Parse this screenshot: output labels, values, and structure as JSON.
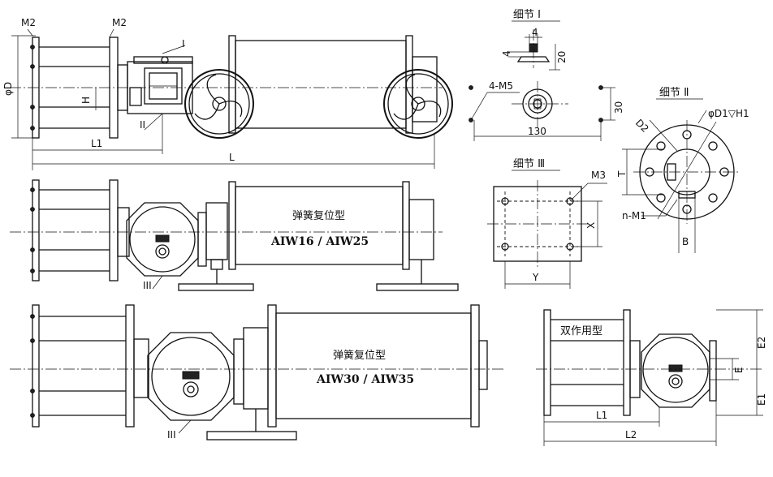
{
  "labels": {
    "m2_left": "M2",
    "m2_right": "M2",
    "phi_d": "φD",
    "h": "H",
    "l1_top": "L1",
    "l_top": "L",
    "roman_1": "I",
    "roman_2": "II",
    "roman_3_mid": "III",
    "roman_3_bottom": "III",
    "detail_1_title": "细节 Ⅰ",
    "detail_1_dim4": "4",
    "detail_1_dim4b": "4",
    "detail_1_dim20": "20",
    "detail_2_title": "细节 Ⅱ",
    "detail_3_title": "细节 Ⅲ",
    "m5": "4-M5",
    "dim130": "130",
    "dim30": "30",
    "d1h1": "φD1▽H1",
    "d2": "D2",
    "t": "T",
    "nm1": "n-M1",
    "b": "B",
    "m3": "M3",
    "x": "X",
    "y": "Y",
    "spring_mid": "弹簧复位型",
    "model_mid": "AIW16 / AIW25",
    "spring_bottom": "弹簧复位型",
    "model_bottom": "AIW30 / AIW35",
    "double_acting": "双作用型",
    "e": "E",
    "e1": "E1",
    "e2": "E2",
    "l1_br": "L1",
    "l2_br": "L2"
  }
}
